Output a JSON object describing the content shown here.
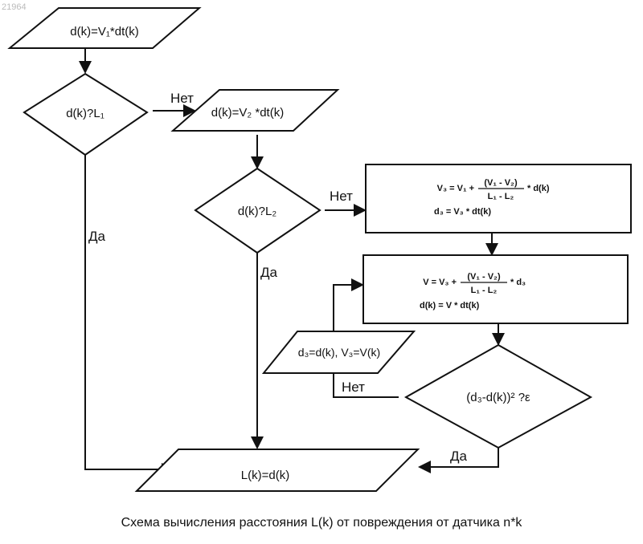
{
  "watermark": "21964",
  "nodes": {
    "start": "d(k)=V₁*dt(k)",
    "cond1": "d(k)?L₁",
    "calc2": "d(k)=V₂ *dt(k)",
    "cond2": "d(k)?L₂",
    "box1": {
      "lhs": "V₃ = V₁ +",
      "num": "(V₁ - V₂)",
      "den": "L₁ - L₂",
      "rhs": "* d(k)",
      "line2": "d₃ = V₃ * dt(k)"
    },
    "box2": {
      "lhs": "V = V₃ +",
      "num": "(V₁ - V₂)",
      "den": "L₁ - L₂",
      "rhs": "* d₃",
      "line2": "d(k) = V * dt(k)"
    },
    "assign": "d₃=d(k),  V₃=V(k)",
    "cond3": "(d₃-d(k))² ?ε",
    "result": "L(k)=d(k)"
  },
  "labels": {
    "no1": "Нет",
    "yes1": "Да",
    "no2": "Нет",
    "yes2": "Да",
    "no3": "Нет",
    "yes3": "Да"
  },
  "caption": "Схема вычисления расстояния L(k) от повреждения от датчика n*k"
}
